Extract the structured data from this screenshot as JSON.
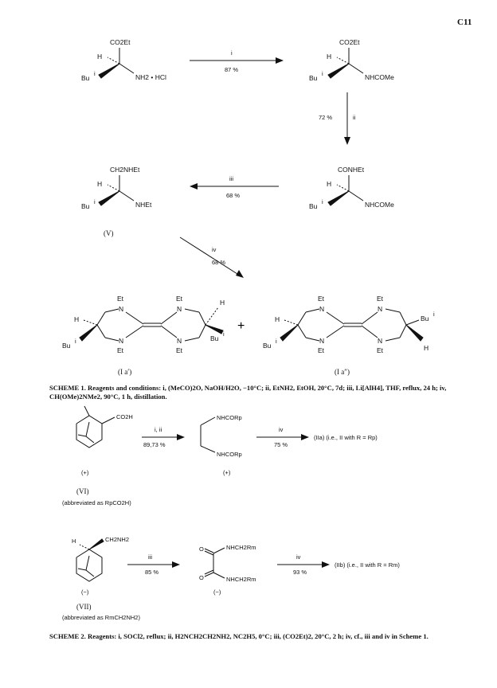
{
  "page_id": "C11",
  "scheme1": {
    "s1": {
      "top": "CO2Et",
      "h": "H",
      "bu": "Bu",
      "bu_sup": "i",
      "sub": "NH2 • HCl"
    },
    "arrow_i": {
      "reagent": "i",
      "yield": "87 %"
    },
    "s2": {
      "top": "CO2Et",
      "h": "H",
      "bu": "Bu",
      "bu_sup": "i",
      "sub": "NHCOMe"
    },
    "arrow_ii": {
      "reagent": "ii",
      "yield": "72 %"
    },
    "s3": {
      "top": "CONHEt",
      "h": "H",
      "bu": "Bu",
      "bu_sup": "i",
      "sub": "NHCOMe"
    },
    "arrow_iii": {
      "reagent": "iii",
      "yield": "68 %"
    },
    "s4": {
      "top": "CH2NHEt",
      "h": "H",
      "bu": "Bu",
      "bu_sup": "i",
      "sub": "NHEt",
      "label": "(V)"
    },
    "arrow_iv": {
      "reagent": "iv",
      "yield": "68 %"
    },
    "p1": {
      "label": "(I a′)"
    },
    "p2": {
      "label": "(I a″)"
    },
    "plus": "+",
    "atoms": {
      "et": "Et",
      "n": "N",
      "h": "H",
      "bu": "Bu",
      "bu_sup": "i"
    },
    "caption_bold": "SCHEME 1.",
    "caption": "Reagents and conditions: i, (MeCO)2O, NaOH/H2O, −10°C; ii, EtNH2, EtOH, 20°C, 7d; iii, Li[AlH4], THF, reflux, 24 h; iv, CH(OMe)2NMe2, 90°C, 1 h, distillation."
  },
  "scheme2": {
    "row1": {
      "acid": "CO2H",
      "sign": "(+)",
      "label": "(VI)",
      "abbrev": "(abbreviated as RpCO2H)",
      "arrow1": {
        "reagent": "i, ii",
        "yield": "89,73 %"
      },
      "amide_top": "NHCORp",
      "amide_bot": "NHCORp",
      "amide_sign": "(+)",
      "arrow2": {
        "reagent": "iv",
        "yield": "75 %"
      },
      "product": "(IIa) (i.e., II with R  =  Rp)"
    },
    "row2": {
      "h": "H",
      "amine": "CH2NH2",
      "sign": "(−)",
      "label": "(VII)",
      "abbrev": "(abbreviated as RmCH2NH2)",
      "arrow1": {
        "reagent": "iii",
        "yield": "85 %"
      },
      "oxo_top": "O",
      "oxo_bot": "O",
      "oxamide_top": "NHCH2Rm",
      "oxamide_bot": "NHCH2Rm",
      "oxamide_sign": "(−)",
      "arrow2": {
        "reagent": "iv",
        "yield": "93 %"
      },
      "product": "(IIb) (i.e., II with R  =  Rm)"
    },
    "caption_bold": "SCHEME 2.",
    "caption": "Reagents: i, SOCl2, reflux; ii, H2NCH2CH2NH2, NC2H5, 0°C; iii, (CO2Et)2, 20°C, 2 h; iv, cf., iii and iv in Scheme 1."
  }
}
